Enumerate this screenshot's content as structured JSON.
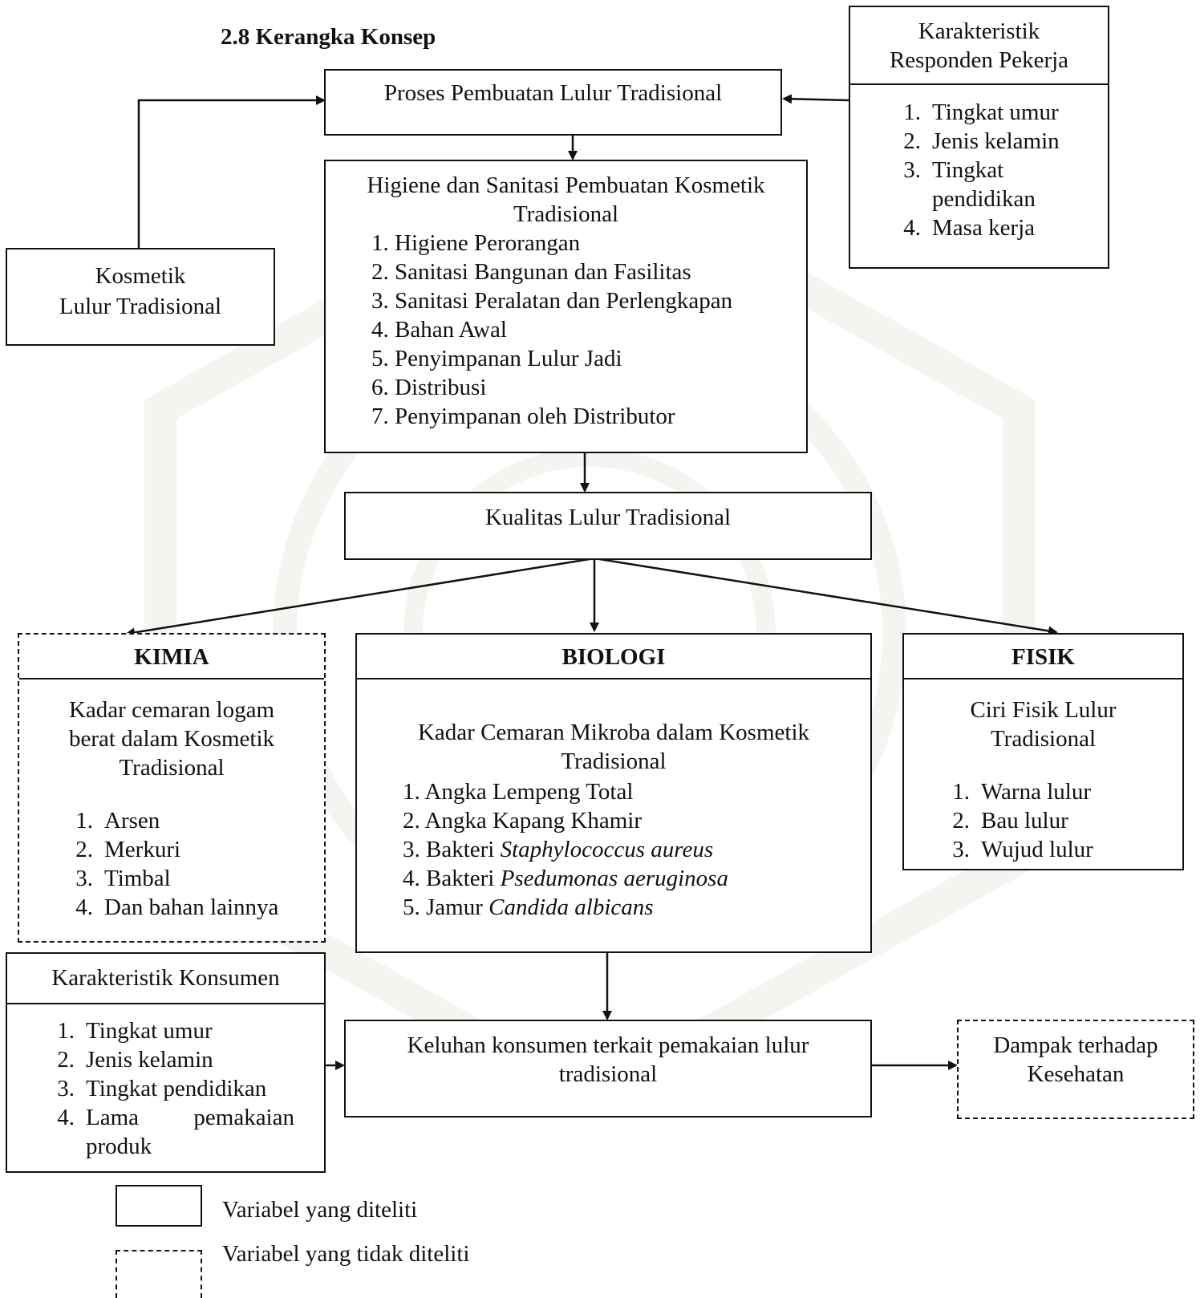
{
  "title": "2.8 Kerangka Konsep",
  "proses": {
    "label": "Proses Pembuatan Lulur Tradisional"
  },
  "responden": {
    "header_line1": "Karakteristik",
    "header_line2": "Responden Pekerja",
    "items": [
      {
        "n": "1.",
        "text": "Tingkat umur"
      },
      {
        "n": "2.",
        "text": "Jenis kelamin"
      },
      {
        "n": "3.",
        "text": "Tingkat pendidikan"
      },
      {
        "n": "4.",
        "text": "Masa kerja"
      }
    ]
  },
  "kosmetik": {
    "line1": "Kosmetik",
    "line2": "Lulur Tradisional"
  },
  "higiene": {
    "title": "Higiene dan Sanitasi Pembuatan Kosmetik Tradisional",
    "items": [
      "1. Higiene Perorangan",
      "2. Sanitasi Bangunan dan Fasilitas",
      "3. Sanitasi Peralatan dan Perlengkapan",
      "4. Bahan Awal",
      "5. Penyimpanan Lulur Jadi",
      "6. Distribusi",
      "7. Penyimpanan oleh Distributor"
    ]
  },
  "kualitas": {
    "label": "Kualitas Lulur Tradisional"
  },
  "kimia": {
    "header": "KIMIA",
    "desc": "Kadar cemaran logam berat dalam Kosmetik Tradisional",
    "items": [
      {
        "n": "1.",
        "text": "Arsen"
      },
      {
        "n": "2.",
        "text": "Merkuri"
      },
      {
        "n": "3.",
        "text": "Timbal"
      },
      {
        "n": "4.",
        "text": "Dan bahan lainnya"
      }
    ]
  },
  "biologi": {
    "header": "BIOLOGI",
    "desc": "Kadar Cemaran Mikroba dalam Kosmetik Tradisional",
    "items": [
      {
        "prefix": "1. Angka Lempeng Total",
        "italic": ""
      },
      {
        "prefix": "2. Angka Kapang Khamir",
        "italic": ""
      },
      {
        "prefix": "3. Bakteri ",
        "italic": "Staphylococcus aureus"
      },
      {
        "prefix": "4. Bakteri ",
        "italic": "Psedumonas aeruginosa"
      },
      {
        "prefix": "5. Jamur ",
        "italic": "Candida albicans"
      }
    ]
  },
  "fisik": {
    "header": "FISIK",
    "desc": "Ciri Fisik Lulur Tradisional",
    "items": [
      {
        "n": "1.",
        "text": "Warna lulur"
      },
      {
        "n": "2.",
        "text": "Bau lulur"
      },
      {
        "n": "3.",
        "text": "Wujud lulur"
      }
    ]
  },
  "konsumen": {
    "header": "Karakteristik Konsumen",
    "items": [
      {
        "n": "1.",
        "text": "Tingkat umur"
      },
      {
        "n": "2.",
        "text": "Jenis kelamin"
      },
      {
        "n": "3.",
        "text": "Tingkat pendidikan"
      },
      {
        "n": "4.",
        "text": "Lama pemakaian produk"
      }
    ]
  },
  "keluhan": {
    "label": "Keluhan konsumen terkait pemakaian lulur tradisional"
  },
  "dampak": {
    "line1": "Dampak terhadap",
    "line2": "Kesehatan"
  },
  "legend": {
    "solid": "Variabel yang diteliti",
    "dashed": "Variabel yang tidak diteliti"
  }
}
